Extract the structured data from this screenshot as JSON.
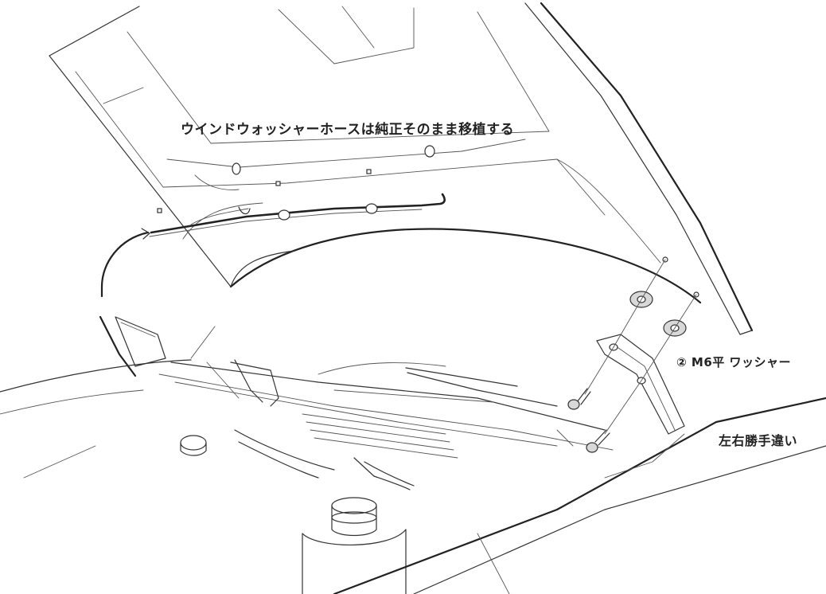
{
  "labels": {
    "hose_note": "ウインドウォッシャーホースは純正そのまま移植する",
    "washer_note": "② M6平 ワッシャー",
    "handed_note": "左右勝手違い"
  }
}
